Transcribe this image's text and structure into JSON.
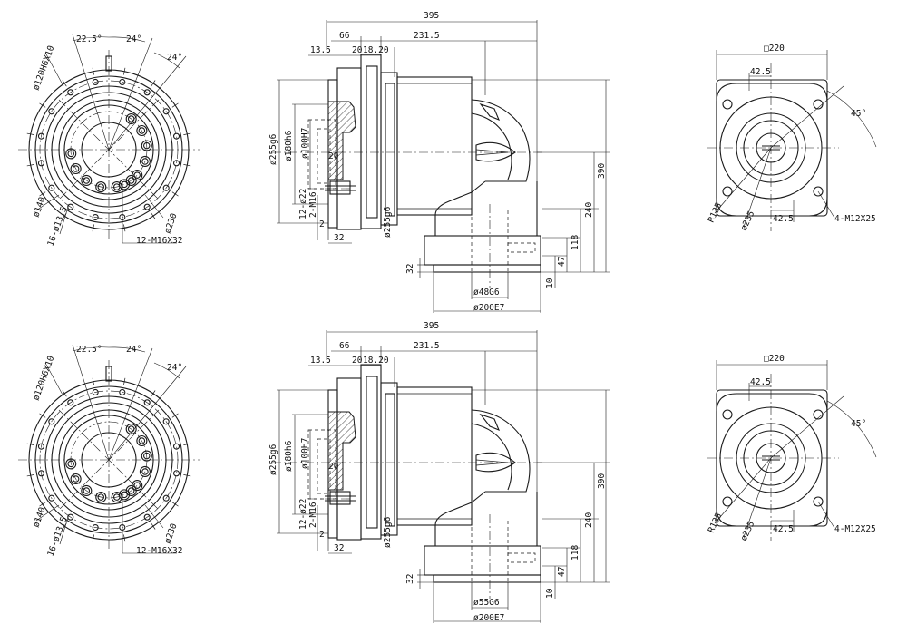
{
  "views": [
    {
      "id": "top",
      "flange": {
        "angle_a": "22.5°",
        "angle_b": "24°",
        "angle_c": "24°",
        "pcd_holes": "ø120H6X10",
        "outer_dia": "ø140",
        "bolt_circle": "ø230",
        "through_holes": "16-ø13.5",
        "threads": "12-M16X32"
      },
      "side": {
        "total_length": "395",
        "dim_66": "66",
        "dim_2315": "231.5",
        "dim_135": "13.5",
        "dim_20": "20",
        "dim_1820": "18.20",
        "dia_255g6_left": "ø255g6",
        "dia_180h6": "ø180h6",
        "dia_100h7": "ø100H7",
        "dim_20_inner": "20",
        "holes_small": "12-ø22",
        "holes_m16": "2-M16",
        "dim_2": "2",
        "dim_32": "32",
        "dia_255g6_bottom": "ø255g6",
        "height_390": "390",
        "height_240": "240",
        "height_118": "118",
        "height_47": "47",
        "dim_32_bottom": "32",
        "dim_10": "10",
        "bore": "ø48G6",
        "pilot": "ø200E7"
      },
      "motor": {
        "square": "□220",
        "dim_425_top": "42.5",
        "angle_45": "45°",
        "radius": "R135",
        "dia_235": "ø235",
        "dim_425_bottom": "42.5",
        "holes": "4-M12X25"
      }
    },
    {
      "id": "bottom",
      "flange": {
        "angle_a": "22.5°",
        "angle_b": "24°",
        "angle_c": "24°",
        "pcd_holes": "ø120H6X10",
        "outer_dia": "ø140",
        "bolt_circle": "ø230",
        "through_holes": "16-ø13.5",
        "threads": "12-M16X32"
      },
      "side": {
        "total_length": "395",
        "dim_66": "66",
        "dim_2315": "231.5",
        "dim_135": "13.5",
        "dim_20": "20",
        "dim_1820": "18.20",
        "dia_255g6_left": "ø255g6",
        "dia_180h6": "ø180h6",
        "dia_100h7": "ø100H7",
        "dim_20_inner": "20",
        "holes_small": "12-ø22",
        "holes_m16": "2-M16",
        "dim_2": "2",
        "dim_32": "32",
        "dia_255g6_bottom": "ø255g6",
        "height_390": "390",
        "height_240": "240",
        "height_118": "118",
        "height_47": "47",
        "dim_32_bottom": "32",
        "dim_10": "10",
        "bore": "ø55G6",
        "pilot": "ø200E7"
      },
      "motor": {
        "square": "□220",
        "dim_425_top": "42.5",
        "angle_45": "45°",
        "radius": "R135",
        "dia_235": "ø235",
        "dim_425_bottom": "42.5",
        "holes": "4-M12X25"
      }
    }
  ]
}
